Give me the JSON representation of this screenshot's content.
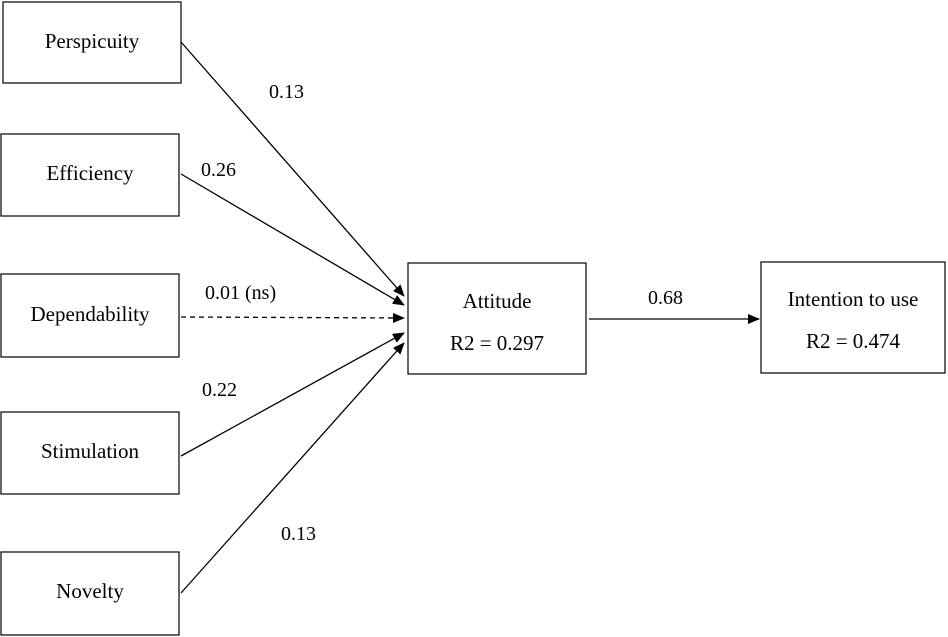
{
  "diagram": {
    "nodes": {
      "perspicuity": {
        "label": "Perspicuity"
      },
      "efficiency": {
        "label": "Efficiency"
      },
      "dependability": {
        "label": "Dependability"
      },
      "stimulation": {
        "label": "Stimulation"
      },
      "novelty": {
        "label": "Novelty"
      },
      "attitude": {
        "label": "Attitude",
        "r2": "R2 = 0.297"
      },
      "intention": {
        "label": "Intention to use",
        "r2": "R2 = 0.474"
      }
    },
    "edges": {
      "perspicuity_attitude": {
        "from": "Perspicuity",
        "to": "Attitude",
        "label": "0.13",
        "style": "solid"
      },
      "efficiency_attitude": {
        "from": "Efficiency",
        "to": "Attitude",
        "label": "0.26",
        "style": "solid"
      },
      "dependability_attitude": {
        "from": "Dependability",
        "to": "Attitude",
        "label": "0.01 (ns)",
        "style": "dashed"
      },
      "stimulation_attitude": {
        "from": "Stimulation",
        "to": "Attitude",
        "label": "0.22",
        "style": "solid"
      },
      "novelty_attitude": {
        "from": "Novelty",
        "to": "Attitude",
        "label": "0.13",
        "style": "solid"
      },
      "attitude_intention": {
        "from": "Attitude",
        "to": "Intention to use",
        "label": "0.68",
        "style": "solid"
      }
    }
  }
}
